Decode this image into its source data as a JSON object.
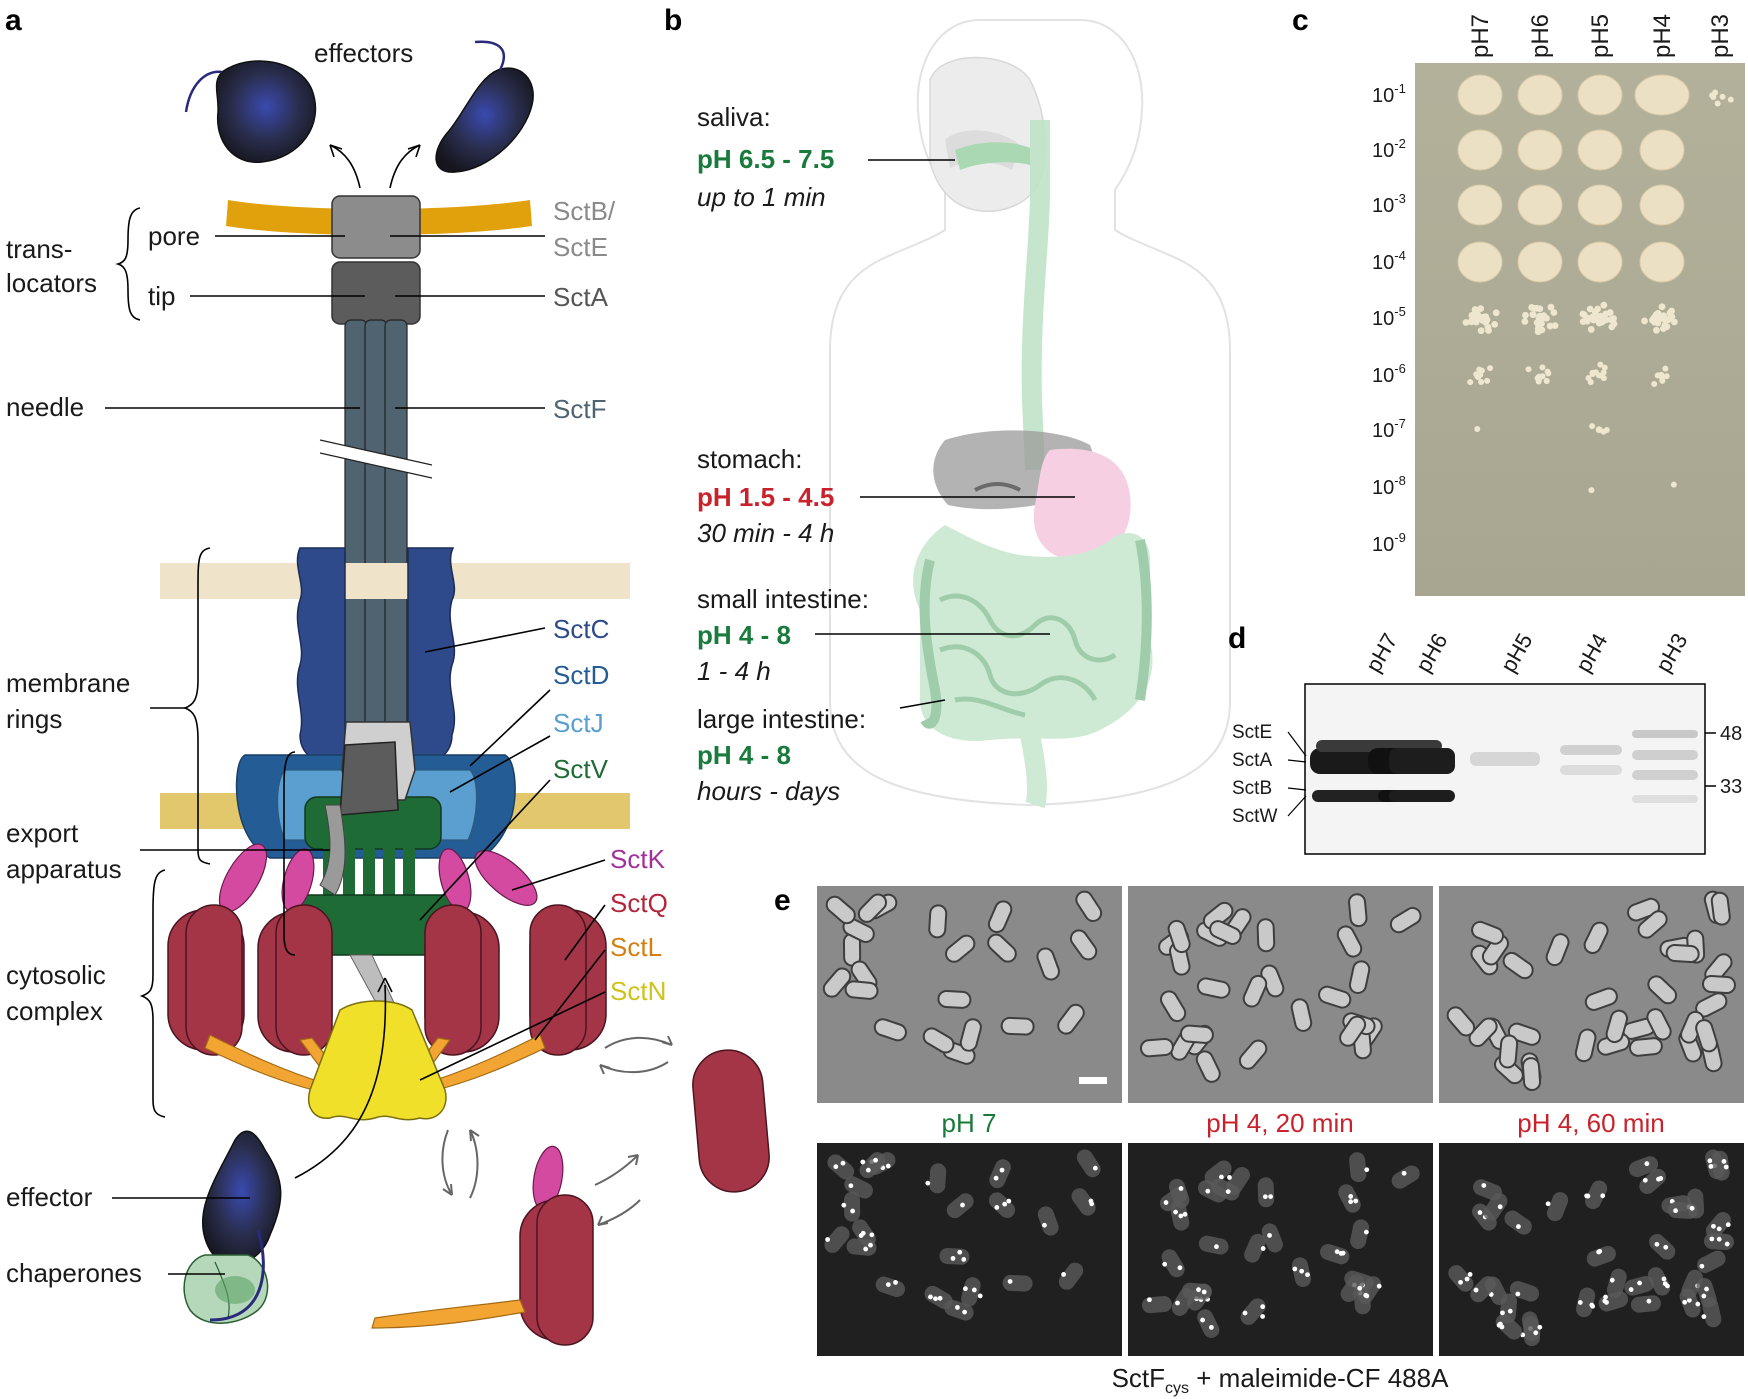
{
  "panels": {
    "a": {
      "letter": "a",
      "effectors": "effectors",
      "translocators_1": "trans-",
      "translocators_2": "locators",
      "pore": "pore",
      "tip": "tip",
      "needle": "needle",
      "membrane_1": "membrane",
      "membrane_2": "rings",
      "export_1": "export",
      "export_2": "apparatus",
      "cytosolic_1": "cytosolic",
      "cytosolic_2": "complex",
      "effector": "effector",
      "chaperones": "chaperones",
      "proteins": {
        "sctbe_1": "SctB/",
        "sctbe_2": "SctE",
        "scta": "SctA",
        "sctf": "SctF",
        "sctc": "SctC",
        "sctd": "SctD",
        "sctj": "SctJ",
        "sctv": "SctV",
        "sctk": "SctK",
        "sctq": "SctQ",
        "sctl": "SctL",
        "sctn": "SctN"
      },
      "colors": {
        "sctbe": "#8a8a8a",
        "scta": "#555555",
        "sctf": "#4f6370",
        "sctc": "#2f4a8a",
        "sctd": "#245d96",
        "sctj": "#5a9fd0",
        "sctv": "#1f6b36",
        "sctk": "#a0309a",
        "sctq": "#b3263a",
        "sctl": "#d47f12",
        "sctn": "#cfc21a"
      }
    },
    "b": {
      "letter": "b",
      "saliva": {
        "name": "saliva:",
        "ph": "pH 6.5 - 7.5",
        "time": "up to 1 min"
      },
      "stomach": {
        "name": "stomach:",
        "ph": "pH 1.5 - 4.5",
        "time": "30 min - 4 h"
      },
      "small": {
        "name": "small intestine:",
        "ph": "pH 4 - 8",
        "time": "1 - 4 h"
      },
      "large": {
        "name": "large intestine:",
        "ph": "pH 4 - 8",
        "time": "hours - days"
      }
    },
    "c": {
      "letter": "c",
      "columns": [
        "pH7",
        "pH6",
        "pH5",
        "pH4",
        "pH3"
      ],
      "dilutions": [
        "-1",
        "-2",
        "-3",
        "-4",
        "-5",
        "-6",
        "-7",
        "-8",
        "-9"
      ],
      "base": "10"
    },
    "d": {
      "letter": "d",
      "lanes": [
        "pH7",
        "pH6",
        "pH5",
        "pH4",
        "pH3"
      ],
      "bands": [
        "SctE",
        "SctA",
        "SctB",
        "SctW"
      ],
      "markers": [
        "48",
        "33"
      ]
    },
    "e": {
      "letter": "e",
      "conditions": [
        "pH 7",
        "pH 4, 20 min",
        "pH 4, 60 min"
      ],
      "caption_main": "SctF",
      "caption_sub": "cys",
      "caption_rest": " + maleimide-CF 488A"
    }
  },
  "colors": {
    "green": "#1a7a3c",
    "red": "#c8232c"
  }
}
